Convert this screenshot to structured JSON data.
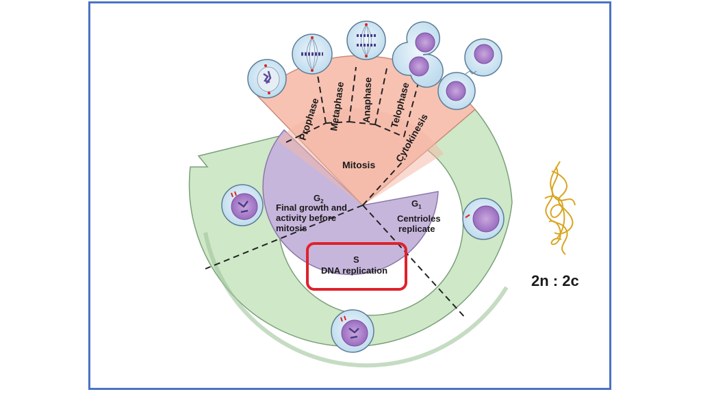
{
  "colors": {
    "frame": "#4a72c4",
    "interphase_ring": "#cfe8c8",
    "interphase_core": "#c7b6dc",
    "mitosis_fan": "#f7c2b2",
    "highlight_box": "#e0212b",
    "chromatin": "#d9a520"
  },
  "mitosis": {
    "phases": [
      "Prophase",
      "Metaphase",
      "Anaphase",
      "Telophase",
      "Cytokinesis"
    ],
    "label": "Mitosis"
  },
  "interphase": {
    "g2": {
      "title": "G",
      "sub": "2",
      "text": [
        "Final growth and",
        "activity before",
        "mitosis"
      ]
    },
    "g1": {
      "title": "G",
      "sub": "1",
      "text": [
        "Centrioles",
        "replicate"
      ]
    },
    "s": {
      "title": "S",
      "text": "DNA replication"
    }
  },
  "ploidy": {
    "label": "2n : 2c"
  },
  "icons": [
    "cell-icon",
    "chromatin-icon",
    "cycle-arrow-icon"
  ]
}
